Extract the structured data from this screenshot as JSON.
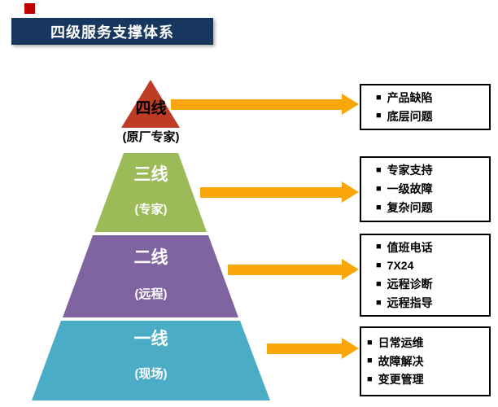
{
  "title": {
    "text": "四级服务支撑体系"
  },
  "bullet": "■",
  "pyramid": {
    "levels": [
      {
        "id": "level-4",
        "label": "四线",
        "sublabel": "(原厂专家)",
        "color": "#BE3B26",
        "label_color": "#000000"
      },
      {
        "id": "level-3",
        "label": "三线",
        "sublabel": "(专家)",
        "color": "#9BBB59",
        "label_color": "#FFFFFF"
      },
      {
        "id": "level-2",
        "label": "二线",
        "sublabel": "(远程)",
        "color": "#8064A2",
        "label_color": "#FFFFFF"
      },
      {
        "id": "level-1",
        "label": "一线",
        "sublabel": "(现场)",
        "color": "#4BACC6",
        "label_color": "#FFFFFF"
      }
    ]
  },
  "boxes": [
    {
      "level": "四线",
      "items": [
        "产品缺陷",
        "底层问题"
      ]
    },
    {
      "level": "三线",
      "items": [
        "专家支持",
        "一级故障",
        "复杂问题"
      ]
    },
    {
      "level": "二线",
      "items": [
        "值班电话",
        "7X24",
        "远程诊断",
        "远程指导"
      ]
    },
    {
      "level": "一线",
      "items": [
        "日常运维",
        "故障解决",
        "变更管理"
      ]
    }
  ],
  "colors": {
    "title_bg": "#17375E",
    "accent_red": "#C00000",
    "arrow": "#F8A60B"
  }
}
